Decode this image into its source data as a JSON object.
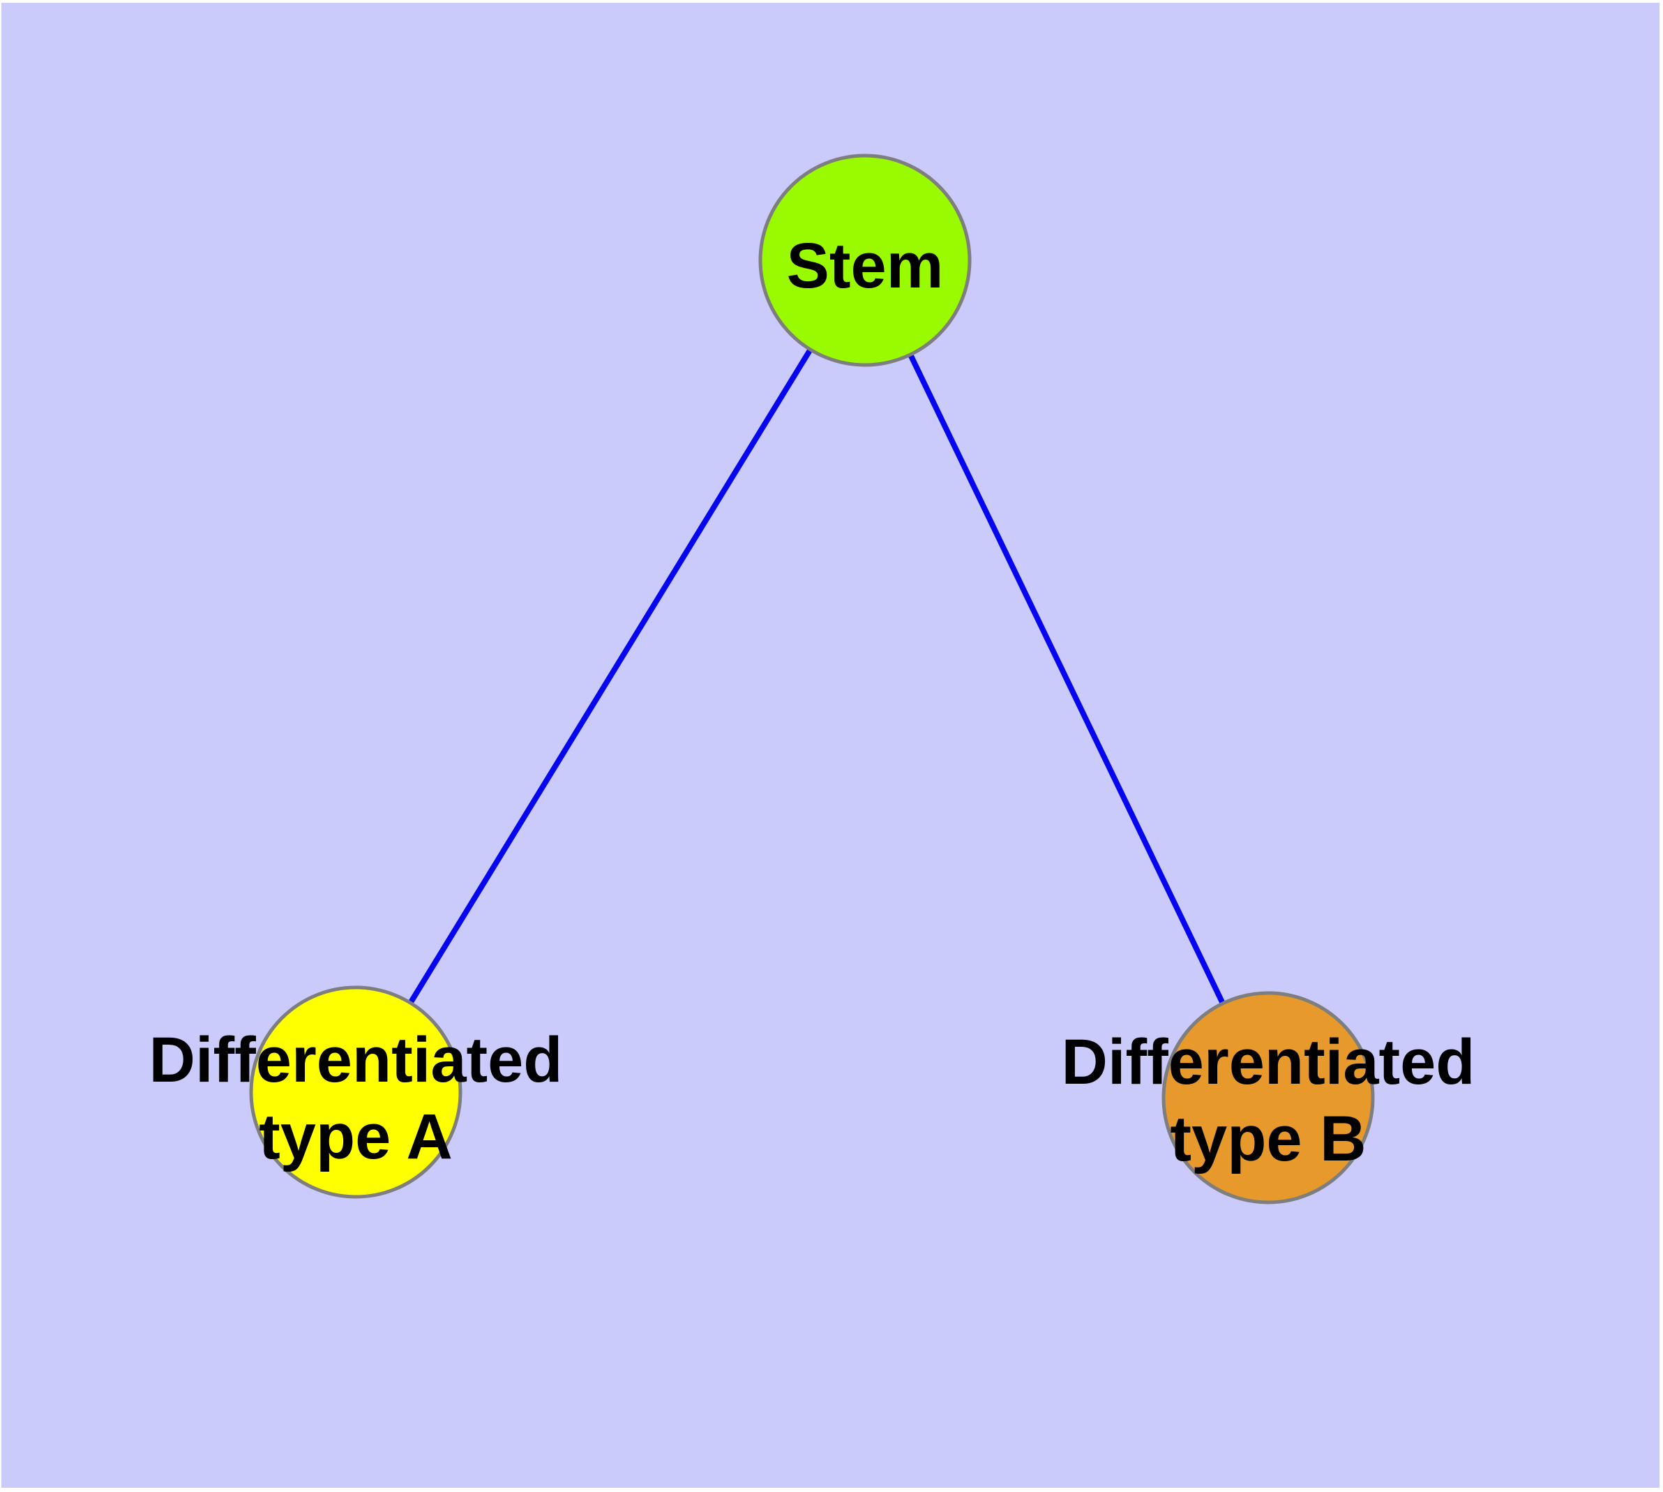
{
  "diagram": {
    "kind": "graph",
    "background_color": "#CACAFB",
    "frame_color": "#FFFFFF",
    "edge_color": "#0505F0",
    "node_border_color": "#7E7E7E",
    "label_color": "#000000"
  },
  "nodes": [
    {
      "id": "stem",
      "label": "Stem",
      "lines": [
        "Stem"
      ],
      "fill": "#9AFB00"
    },
    {
      "id": "differentiated-type-a",
      "label": "Differentiated type A",
      "lines": [
        "Differentiated",
        "type A"
      ],
      "fill": "#FFFF00"
    },
    {
      "id": "differentiated-type-b",
      "label": "Differentiated type B",
      "lines": [
        "Differentiated",
        "type B"
      ],
      "fill": "#E8992C"
    }
  ],
  "edges": [
    {
      "from": "Stem",
      "to": "Differentiated type A"
    },
    {
      "from": "Stem",
      "to": "Differentiated type B"
    }
  ]
}
